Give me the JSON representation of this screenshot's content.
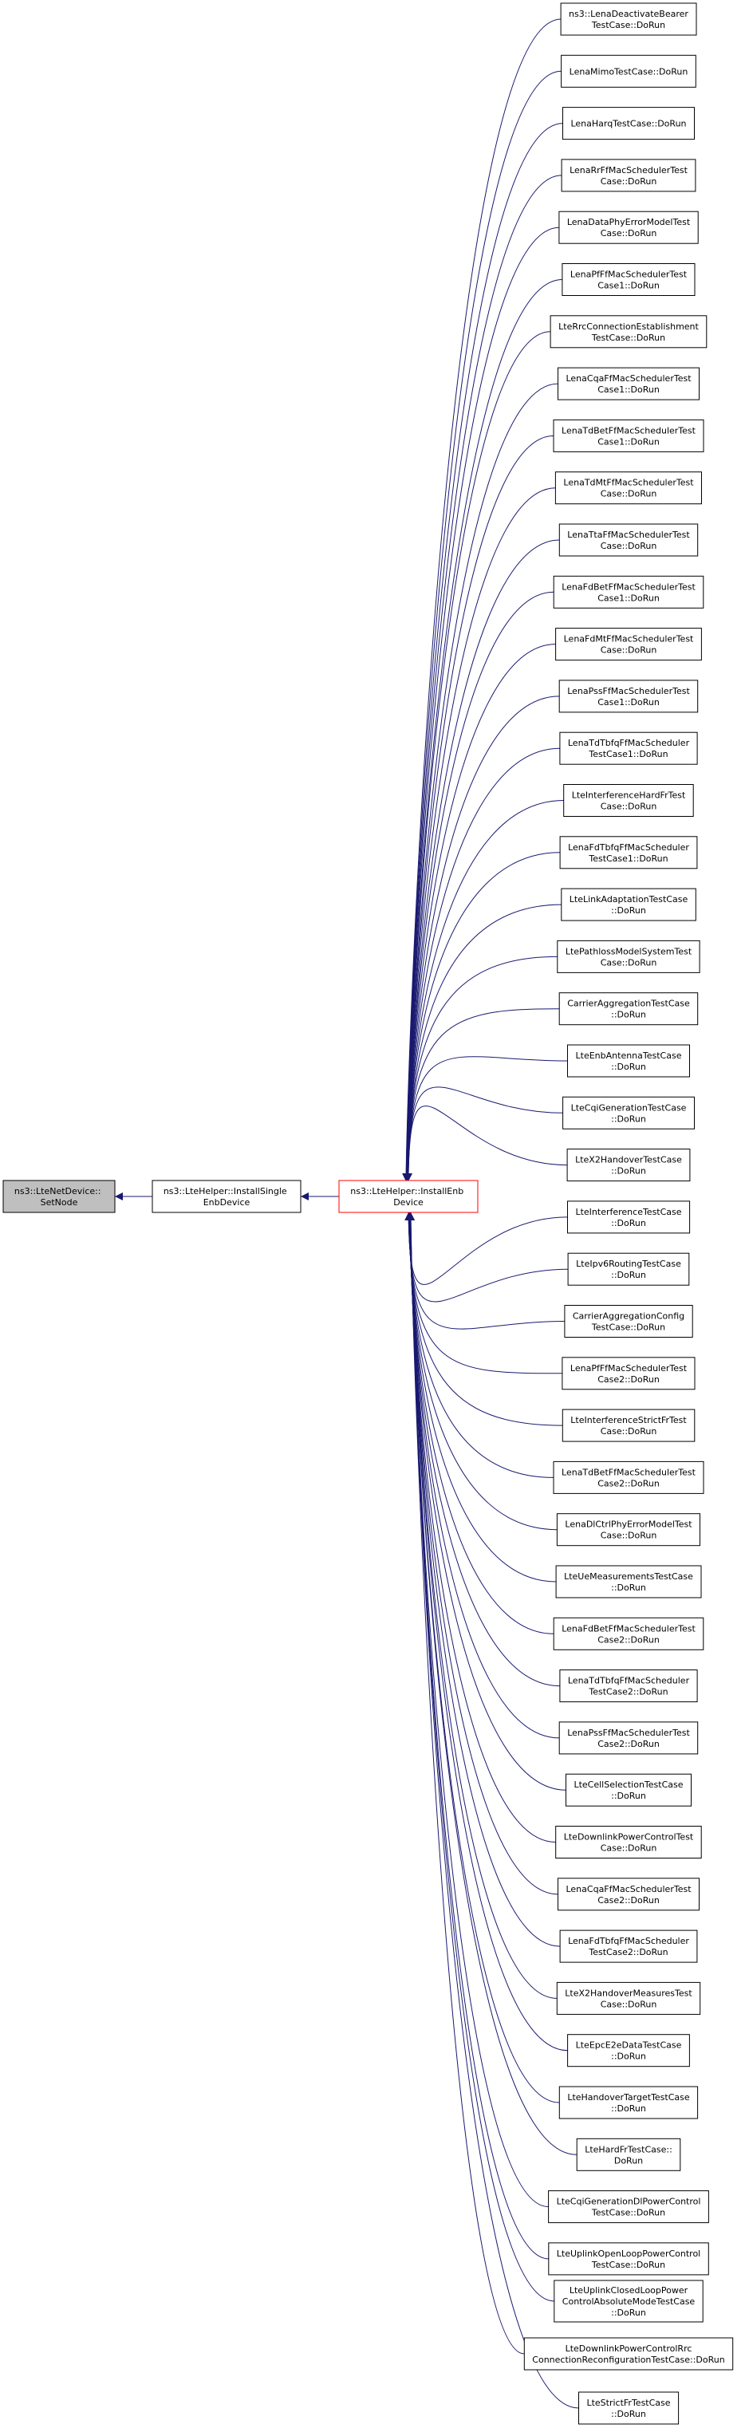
{
  "graph": {
    "edge_color": "#191970",
    "box_border": "#000000",
    "focus_fill": "#bfbfbf",
    "highlight_border": "#ff0000",
    "nodes": {
      "focus": {
        "lines": [
          "ns3::LteNetDevice::",
          "SetNode"
        ]
      },
      "install_single": {
        "lines": [
          "ns3::LteHelper::InstallSingle",
          "EnbDevice"
        ]
      },
      "install_enb": {
        "lines": [
          "ns3::LteHelper::InstallEnb",
          "Device"
        ]
      }
    },
    "callers": [
      {
        "lines": [
          "ns3::LenaDeactivateBearer",
          "TestCase::DoRun"
        ]
      },
      {
        "lines": [
          "LenaMimoTestCase::DoRun"
        ]
      },
      {
        "lines": [
          "LenaHarqTestCase::DoRun"
        ]
      },
      {
        "lines": [
          "LenaRrFfMacSchedulerTest",
          "Case::DoRun"
        ]
      },
      {
        "lines": [
          "LenaDataPhyErrorModelTest",
          "Case::DoRun"
        ]
      },
      {
        "lines": [
          "LenaPfFfMacSchedulerTest",
          "Case1::DoRun"
        ]
      },
      {
        "lines": [
          "LteRrcConnectionEstablishment",
          "TestCase::DoRun"
        ]
      },
      {
        "lines": [
          "LenaCqaFfMacSchedulerTest",
          "Case1::DoRun"
        ]
      },
      {
        "lines": [
          "LenaTdBetFfMacSchedulerTest",
          "Case1::DoRun"
        ]
      },
      {
        "lines": [
          "LenaTdMtFfMacSchedulerTest",
          "Case::DoRun"
        ]
      },
      {
        "lines": [
          "LenaTtaFfMacSchedulerTest",
          "Case::DoRun"
        ]
      },
      {
        "lines": [
          "LenaFdBetFfMacSchedulerTest",
          "Case1::DoRun"
        ]
      },
      {
        "lines": [
          "LenaFdMtFfMacSchedulerTest",
          "Case::DoRun"
        ]
      },
      {
        "lines": [
          "LenaPssFfMacSchedulerTest",
          "Case1::DoRun"
        ]
      },
      {
        "lines": [
          "LenaTdTbfqFfMacScheduler",
          "TestCase1::DoRun"
        ]
      },
      {
        "lines": [
          "LteInterferenceHardFrTest",
          "Case::DoRun"
        ]
      },
      {
        "lines": [
          "LenaFdTbfqFfMacScheduler",
          "TestCase1::DoRun"
        ]
      },
      {
        "lines": [
          "LteLinkAdaptationTestCase",
          "::DoRun"
        ]
      },
      {
        "lines": [
          "LtePathlossModelSystemTest",
          "Case::DoRun"
        ]
      },
      {
        "lines": [
          "CarrierAggregationTestCase",
          "::DoRun"
        ]
      },
      {
        "lines": [
          "LteEnbAntennaTestCase",
          "::DoRun"
        ]
      },
      {
        "lines": [
          "LteCqiGenerationTestCase",
          "::DoRun"
        ]
      },
      {
        "lines": [
          "LteX2HandoverTestCase",
          "::DoRun"
        ]
      },
      {
        "lines": [
          "LteInterferenceTestCase",
          "::DoRun"
        ]
      },
      {
        "lines": [
          "LteIpv6RoutingTestCase",
          "::DoRun"
        ]
      },
      {
        "lines": [
          "CarrierAggregationConfig",
          "TestCase::DoRun"
        ]
      },
      {
        "lines": [
          "LenaPfFfMacSchedulerTest",
          "Case2::DoRun"
        ]
      },
      {
        "lines": [
          "LteInterferenceStrictFrTest",
          "Case::DoRun"
        ]
      },
      {
        "lines": [
          "LenaTdBetFfMacSchedulerTest",
          "Case2::DoRun"
        ]
      },
      {
        "lines": [
          "LenaDlCtrlPhyErrorModelTest",
          "Case::DoRun"
        ]
      },
      {
        "lines": [
          "LteUeMeasurementsTestCase",
          "::DoRun"
        ]
      },
      {
        "lines": [
          "LenaFdBetFfMacSchedulerTest",
          "Case2::DoRun"
        ]
      },
      {
        "lines": [
          "LenaTdTbfqFfMacScheduler",
          "TestCase2::DoRun"
        ]
      },
      {
        "lines": [
          "LenaPssFfMacSchedulerTest",
          "Case2::DoRun"
        ]
      },
      {
        "lines": [
          "LteCellSelectionTestCase",
          "::DoRun"
        ]
      },
      {
        "lines": [
          "LteDownlinkPowerControlTest",
          "Case::DoRun"
        ]
      },
      {
        "lines": [
          "LenaCqaFfMacSchedulerTest",
          "Case2::DoRun"
        ]
      },
      {
        "lines": [
          "LenaFdTbfqFfMacScheduler",
          "TestCase2::DoRun"
        ]
      },
      {
        "lines": [
          "LteX2HandoverMeasuresTest",
          "Case::DoRun"
        ]
      },
      {
        "lines": [
          "LteEpcE2eDataTestCase",
          "::DoRun"
        ]
      },
      {
        "lines": [
          "LteHandoverTargetTestCase",
          "::DoRun"
        ]
      },
      {
        "lines": [
          "LteHardFrTestCase::",
          "DoRun"
        ]
      },
      {
        "lines": [
          "LteCqiGenerationDlPowerControl",
          "TestCase::DoRun"
        ]
      },
      {
        "lines": [
          "LteUplinkOpenLoopPowerControl",
          "TestCase::DoRun"
        ]
      },
      {
        "lines": [
          "LteUplinkClosedLoopPower",
          "ControlAbsoluteModeTestCase",
          "::DoRun"
        ]
      },
      {
        "lines": [
          "LteDownlinkPowerControlRrc",
          "ConnectionReconfigurationTestCase::DoRun"
        ]
      },
      {
        "lines": [
          "LteStrictFrTestCase",
          "::DoRun"
        ]
      }
    ]
  }
}
